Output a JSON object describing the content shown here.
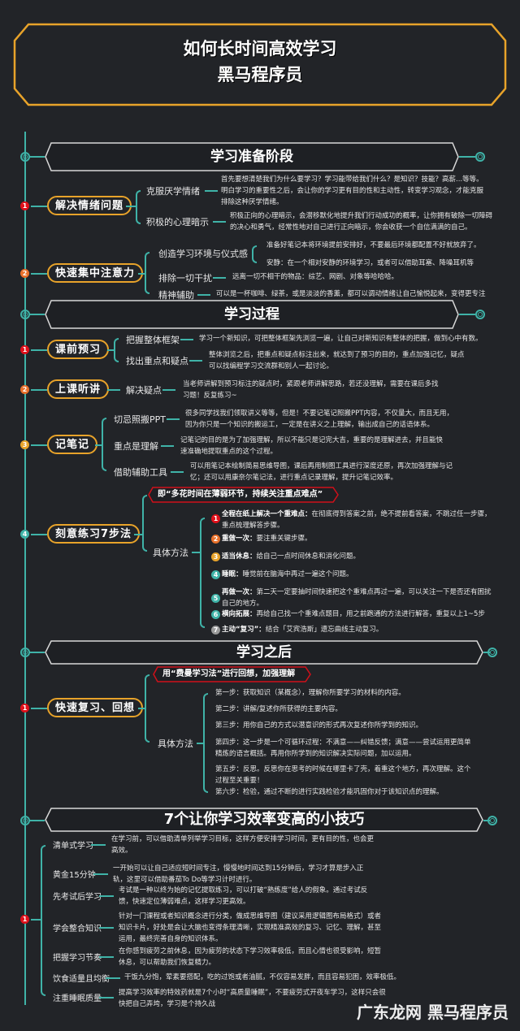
{
  "title": {
    "line1": "如何长时间高效学习",
    "line2": "黑马程序员"
  },
  "colors": {
    "background": "#222428",
    "teal": "#3fb3a8",
    "orange": "#e8a32a",
    "red": "#d0101a",
    "header_border": "#d8d8d8"
  },
  "sections": [
    {
      "label": "学习准备阶段",
      "topics": [
        {
          "badge": "1",
          "badge_color": "#e0101a",
          "label": "解决情绪问题",
          "items": [
            {
              "label": "克服厌学情绪",
              "text": "首先要想清楚我们为什么要学习？学习能带给我们什么？是知识？技能？高薪...等等。明白学习的重要性之后，会让你的学习更有目的性和主动性，转变学习观念，才能克服排除这种厌学情绪。"
            },
            {
              "label": "积极的心理暗示",
              "text": "积极正向的心理暗示，会潜移默化地提升我们行动成功的概率，让你拥有破除一切障碍的决心和勇气，经常性地对自己进行正向暗示，你会收获一个自信满满的自己。"
            }
          ]
        },
        {
          "badge": "2",
          "badge_color": "#e8702a",
          "label": "快速集中注意力",
          "items": [
            {
              "label": "创造学习环境与仪式感",
              "subitems": [
                "准备好笔记本将环境提前安排好，不要最后环境都配置不好就放弃了。",
                "安静：在一个相对安静的环境学习，或者可以借助耳塞、降噪耳机等"
              ]
            },
            {
              "label": "排除一切干扰",
              "text": "远离一切不相干的物品：综艺、网剧、对象等哈哈哈。"
            },
            {
              "label": "精神辅助",
              "text": "可以是一杯咖啡、绿茶，或是淡淡的香薰，都可以调动情绪让自己愉悦起来，变得更专注"
            }
          ]
        }
      ]
    },
    {
      "label": "学习过程",
      "topics": [
        {
          "badge": "1",
          "badge_color": "#e0101a",
          "label": "课前预习",
          "items": [
            {
              "label": "把握整体框架",
              "text": "学习一个新知识，可把整体框架先浏览一遍，让自己对新知识有整体的把握，做到心中有数。"
            },
            {
              "label": "找出重点和疑点",
              "text": "整体浏览之后，把重点和疑点标注出来，就达到了预习的目的，重点加强记忆，疑点可以找编程学习交流群和别人一起讨论。"
            }
          ]
        },
        {
          "badge": "2",
          "badge_color": "#e8702a",
          "label": "上课听讲",
          "items": [
            {
              "label": "解决疑点",
              "text": "当老师讲解到预习标注的疑点时，紧跟老师讲解思路，若还没理解，需要在课后多找习题！反复练习~"
            }
          ]
        },
        {
          "badge": "3",
          "badge_color": "#e8a32a",
          "label": "记笔记",
          "items": [
            {
              "label": "切忌照搬PPT",
              "text": "很多同学找我们领取讲义等等，但是！不要记笔记照搬PPT内容，不仅量大，而且无用，因为你只是一个知识的搬运工，一定是在讲义之上理解，输出成自己的话语体系。"
            },
            {
              "label": "重点是理解",
              "text": "记笔记的目的是为了加强理解，所以不能只是记完大吉，重要的是理解进去，并且能快速准确地提取重点的这个过程。"
            },
            {
              "label": "借助辅助工具",
              "text": "可以用笔记本绘制简易思维导图，课后再用制图工具进行深度还原，再次加强理解与记忆；还可以用康奈尔笔记法，进行重点记录理解，提升记笔记效率。"
            }
          ]
        },
        {
          "badge": "4",
          "badge_color": "#3fb3a8",
          "label": "刻意练习7步法",
          "callout": "即“多花时间在薄弱环节，持续关注重点难点”",
          "method_label": "具体方法",
          "steps": [
            {
              "num": "1",
              "color": "#e0101a",
              "title": "全程在纸上解决一个重难点：",
              "text": "在彻底得到答案之前，绝不提前看答案，不跳过任一步骤，重点梳理解答步骤。"
            },
            {
              "num": "2",
              "color": "#e8702a",
              "title": "重做一次：",
              "text": "要注重关键步骤。"
            },
            {
              "num": "3",
              "color": "#e8a32a",
              "title": "适当休息：",
              "text": "给自己一点时间休息和消化问题。"
            },
            {
              "num": "4",
              "color": "#3fb3a8",
              "title": "睡眠：",
              "text": "睡觉前在脑海中再过一遍这个问题。"
            },
            {
              "num": "5",
              "color": "#3fb3a8",
              "title": "再做一次：",
              "text": "第二天一定要抽时间快速把这个重难点再过一遍，可以关注一下是否还有困扰自己的地方。"
            },
            {
              "num": "6",
              "color": "#3fb3a8",
              "title": "横向拓展：",
              "text": "再给自己找一个重难点题目，用之前跑通的方法进行解答，重复以上1~5步"
            },
            {
              "num": "7",
              "color": "#9a9a9a",
              "title": "主动“复习”：",
              "text": "结合「艾宾浩斯」遗忘曲线主动复习。"
            }
          ]
        }
      ]
    },
    {
      "label": "学习之后",
      "topics": [
        {
          "badge": "1",
          "badge_color": "#e0101a",
          "label": "快速复习、回想",
          "callout": "用“费曼学习法”进行回想，加强理解",
          "method_label": "具体方法",
          "steps": [
            "第一步：获取知识（某概念），理解你所要学习的材料的内容。",
            "第二步：讲解/复述你所获得的主要内容。",
            "第三步：用你自己的方式以潜意识的形式再次复述你所学到的知识。",
            "第四步：这一步是一个可循环过程：不满意——纠错反馈；满意——尝试运用更简单精炼的语言概括。再用你所学到的知识解决实际问题，加以运用。",
            "第五步：反思。反思你在思考的时候在哪里卡了壳，着重这个地方，再次理解。这个过程至关重要！",
            "第六步：检验，通过不断的进行实践检验才能巩固你对于该知识点的理解。"
          ]
        }
      ]
    },
    {
      "label": "7个让你学习效率变高的小技巧",
      "badge": "1",
      "tips": [
        {
          "label": "清单式学习",
          "text": "在学习前，可以借助清单列举学习目标，这样方便安排学习时间，更有目的性，也会更高效。"
        },
        {
          "label": "黄金15分钟",
          "text": "一开始可以让自己适应短时间专注，慢慢地时间达到15分钟后，学习才算是步入正轨，这里可以借助番茄To Do等学习计时进行。"
        },
        {
          "label": "先考试后学习",
          "text": "考试是一种以终为始的记忆提取练习，可以打破“熟练度”给人的假象。通过考试反馈，快速定位薄弱难点，这样学习更高效。"
        },
        {
          "label": "学会整合知识",
          "text": "针对一门课程或者知识概念进行分类，做成思维导图（建议采用逻辑图布局格式）或者知识卡片，好处是会让大脑也变得条理清晰，实现精准高效的复习、记忆、理解，甚至运用，最终完善自身的知识体系。"
        },
        {
          "label": "把握学习节奏",
          "text": "在你感到疲劳之前休息，因为疲劳的状态下学习效率极低，而且心情也很受影响，短暂休息，可以帮助我们恢复精力。"
        },
        {
          "label": "饮食适量且均衡",
          "text": "干饭九分饱，荤素要搭配，吃的过饱或者油腻，不仅容易发胖，而且容易犯困，效率极低。"
        },
        {
          "label": "注重睡眠质量",
          "text": "提高学习效率的特效药就是7个小时“高质量睡眠”，不要疲劳式开夜车学习，这样只会很快把自己弄垮，学习是个持久战"
        }
      ]
    }
  ],
  "watermark": "广东龙网 黑马程序员"
}
